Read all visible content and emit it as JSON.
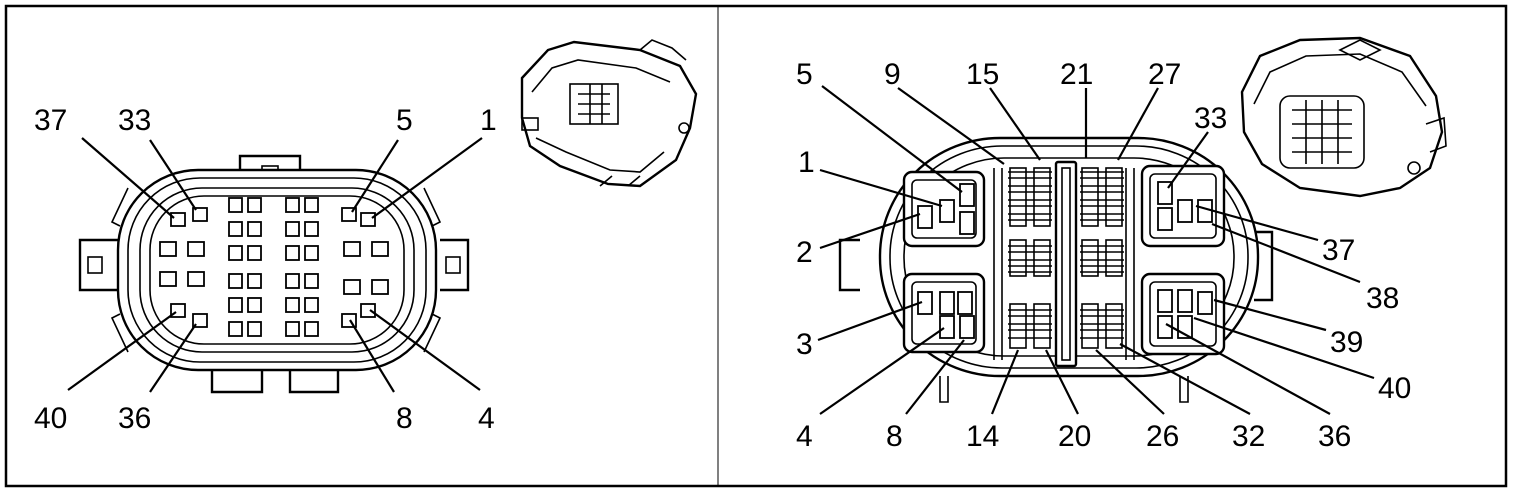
{
  "panels": {
    "left": {
      "labels": {
        "p37": "37",
        "p33": "33",
        "p5": "5",
        "p1": "1",
        "p40": "40",
        "p36": "36",
        "p8": "8",
        "p4": "4"
      }
    },
    "right": {
      "labels": {
        "p5": "5",
        "p9": "9",
        "p15": "15",
        "p21": "21",
        "p27": "27",
        "p33": "33",
        "p1": "1",
        "p2": "2",
        "p37": "37",
        "p38": "38",
        "p3": "3",
        "p39": "39",
        "p40": "40",
        "p4": "4",
        "p8": "8",
        "p14": "14",
        "p20": "20",
        "p26": "26",
        "p32": "32",
        "p36": "36"
      }
    }
  }
}
